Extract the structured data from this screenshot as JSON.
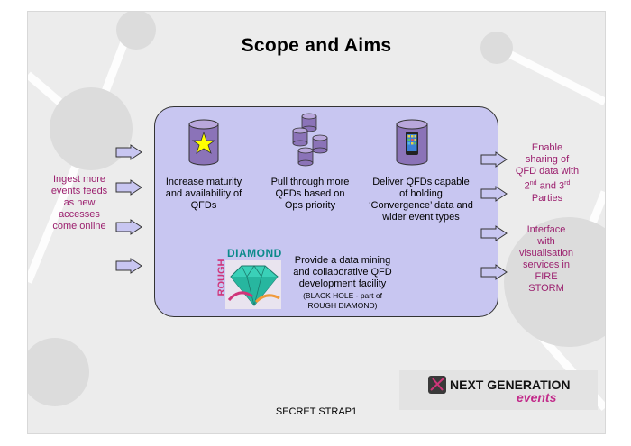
{
  "title": "Scope and Aims",
  "left_text": "Ingest more events feeds as new accesses come online",
  "box": {
    "item1": "Increase maturity and availability of QFDs",
    "item2": "Pull through more QFDs based on Ops priority",
    "item3": "Deliver QFDs capable of holding ‘Convergence’ data and wider event types",
    "diamond_main": "Provide a data mining and collaborative QFD development facility",
    "diamond_sub": "(BLACK HOLE - part of ROUGH DIAMOND)",
    "logo_top": "DIAMOND",
    "logo_side": "ROUGH"
  },
  "right": {
    "r1_a": "Enable sharing of QFD data with 2",
    "r1_sup1": "nd",
    "r1_b": " and 3",
    "r1_sup2": "rd",
    "r1_c": " Parties",
    "r2": "Interface with visualisation services in FIRE STORM"
  },
  "footer": "SECRET STRAP1",
  "logo": {
    "line1": "NEXT GENERATION",
    "line2": "events"
  },
  "colors": {
    "box": "#c8c6f1",
    "text_accent": "#9b1f6e",
    "arrow_fill": "#c8c6f1"
  }
}
